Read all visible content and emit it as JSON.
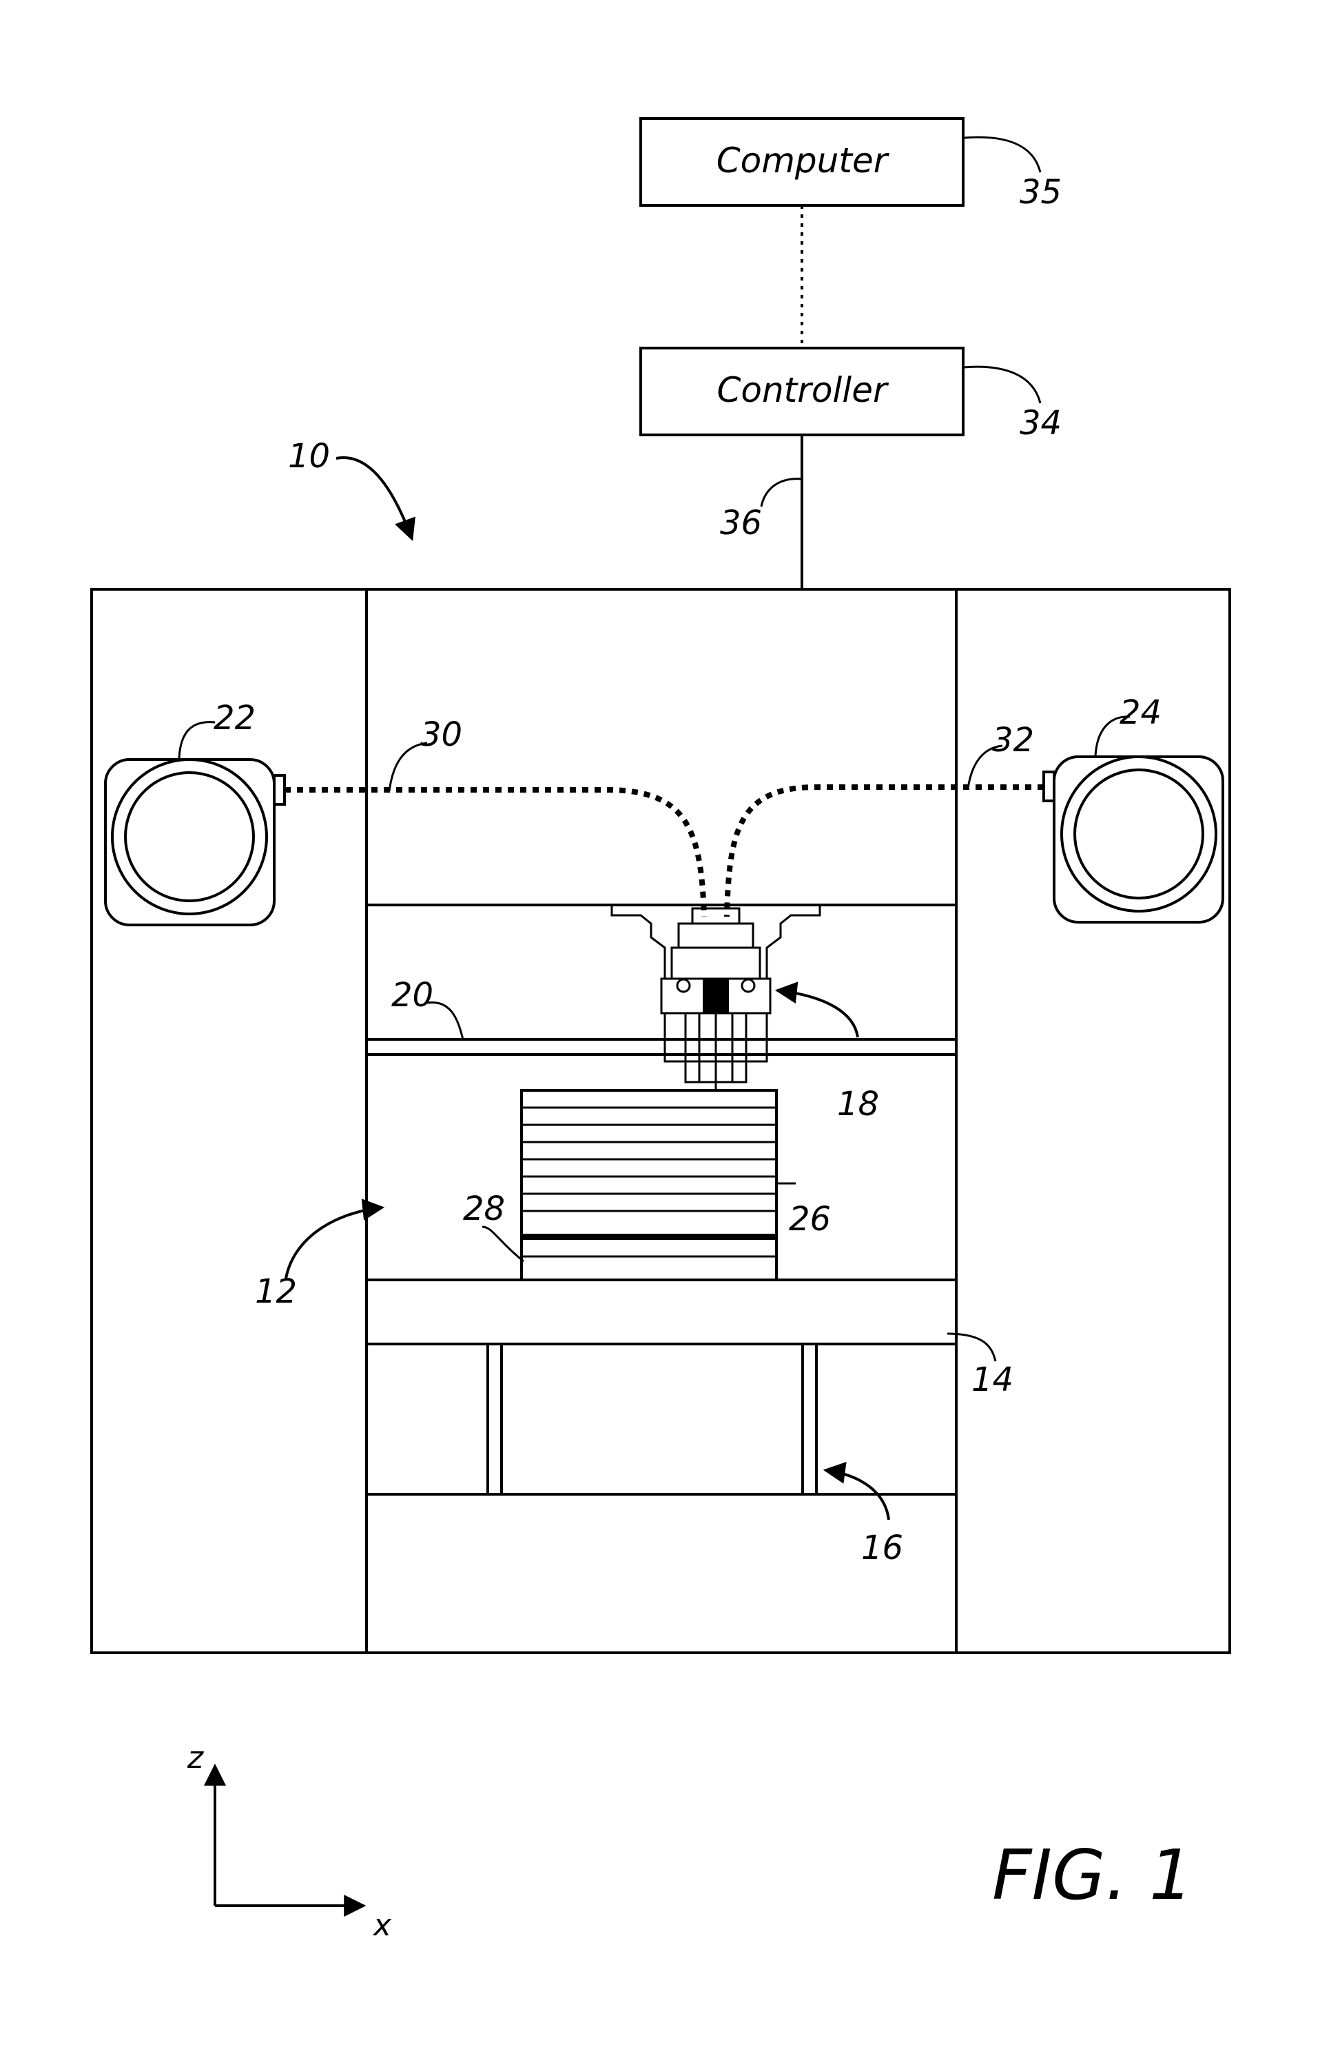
{
  "figure": {
    "label": "FIG. 1"
  },
  "boxes": {
    "computer": {
      "text": "Computer",
      "ref": "35"
    },
    "controller": {
      "text": "Controller",
      "ref": "34"
    }
  },
  "refs": {
    "system": "10",
    "chamber": "12",
    "platen": "14",
    "gantry": "16",
    "print_head": "18",
    "head_gantry": "20",
    "supply_left": "22",
    "supply_right": "24",
    "part": "26",
    "support": "28",
    "feed_line_left": "30",
    "feed_line_right": "32",
    "comm_line": "36"
  },
  "axes": {
    "vertical": "z",
    "horizontal": "x"
  }
}
